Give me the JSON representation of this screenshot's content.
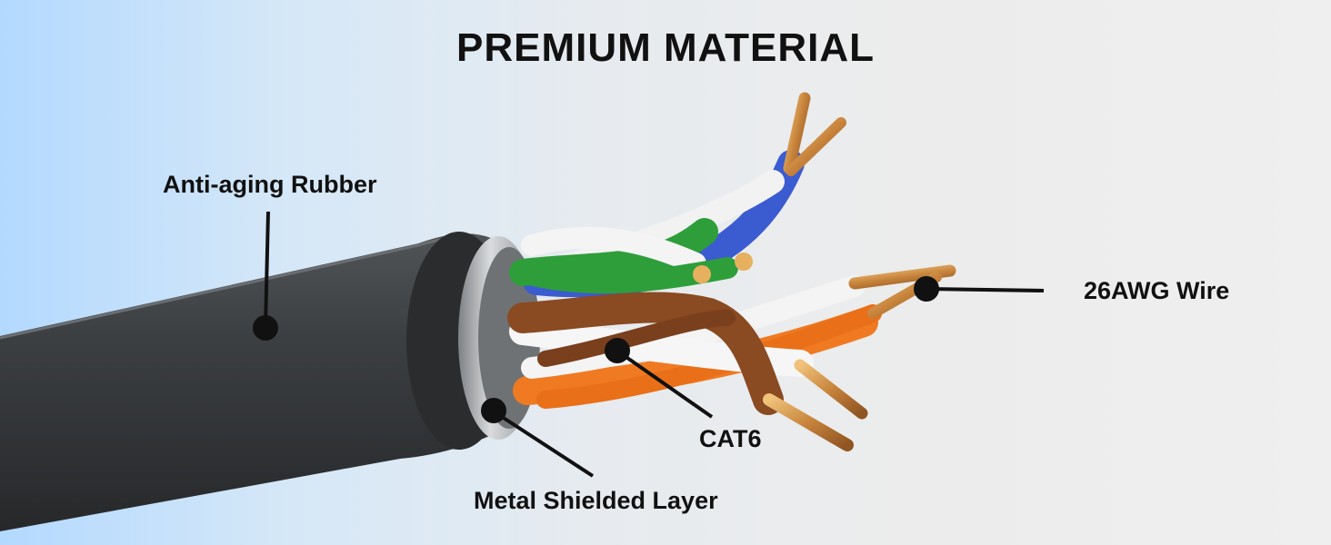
{
  "title": "PREMIUM MATERIAL",
  "callouts": {
    "rubber": "Anti-aging Rubber",
    "awg": "26AWG Wire",
    "cat6": "CAT6",
    "shield": "Metal Shielded Layer"
  },
  "colors": {
    "jacket": "#3a3d40",
    "shield": "#a9acaf",
    "green": "#2e9e3a",
    "blue": "#3b5bd1",
    "orange": "#f07a22",
    "brown": "#8a4a22",
    "white": "#f4f4f4",
    "copper": "#d79a4e"
  }
}
